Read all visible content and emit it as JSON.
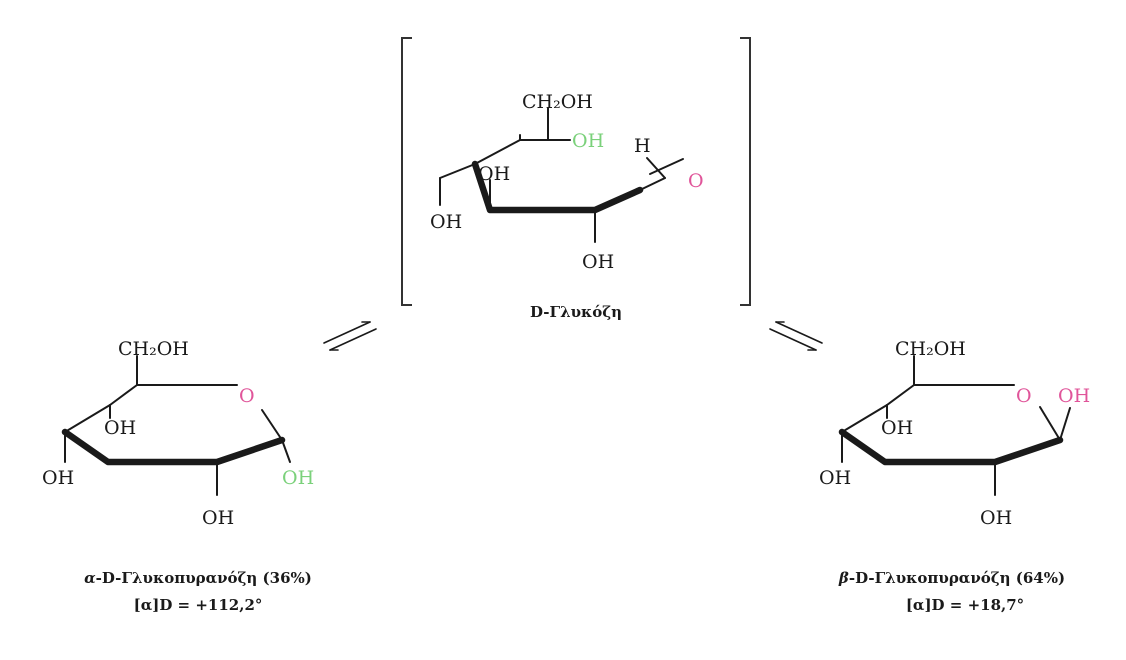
{
  "colors": {
    "text": "#1a1a1a",
    "green": "#7bd17b",
    "magenta": "#e0559a"
  },
  "labels": {
    "ch2oh": "CH₂OH",
    "oh": "OH",
    "h": "H",
    "o": "O"
  },
  "open_chain": {
    "name": "D-Γλυκόζη"
  },
  "alpha": {
    "name_prefix": "α",
    "name_rest": "-D-Γλυκοπυρανόζη (36%)",
    "rotation": "[α]D = +112,2°"
  },
  "beta": {
    "name_prefix": "β",
    "name_rest": "-D-Γλυκοπυρανόζη (64%)",
    "rotation": "[α]D = +18,7°"
  }
}
